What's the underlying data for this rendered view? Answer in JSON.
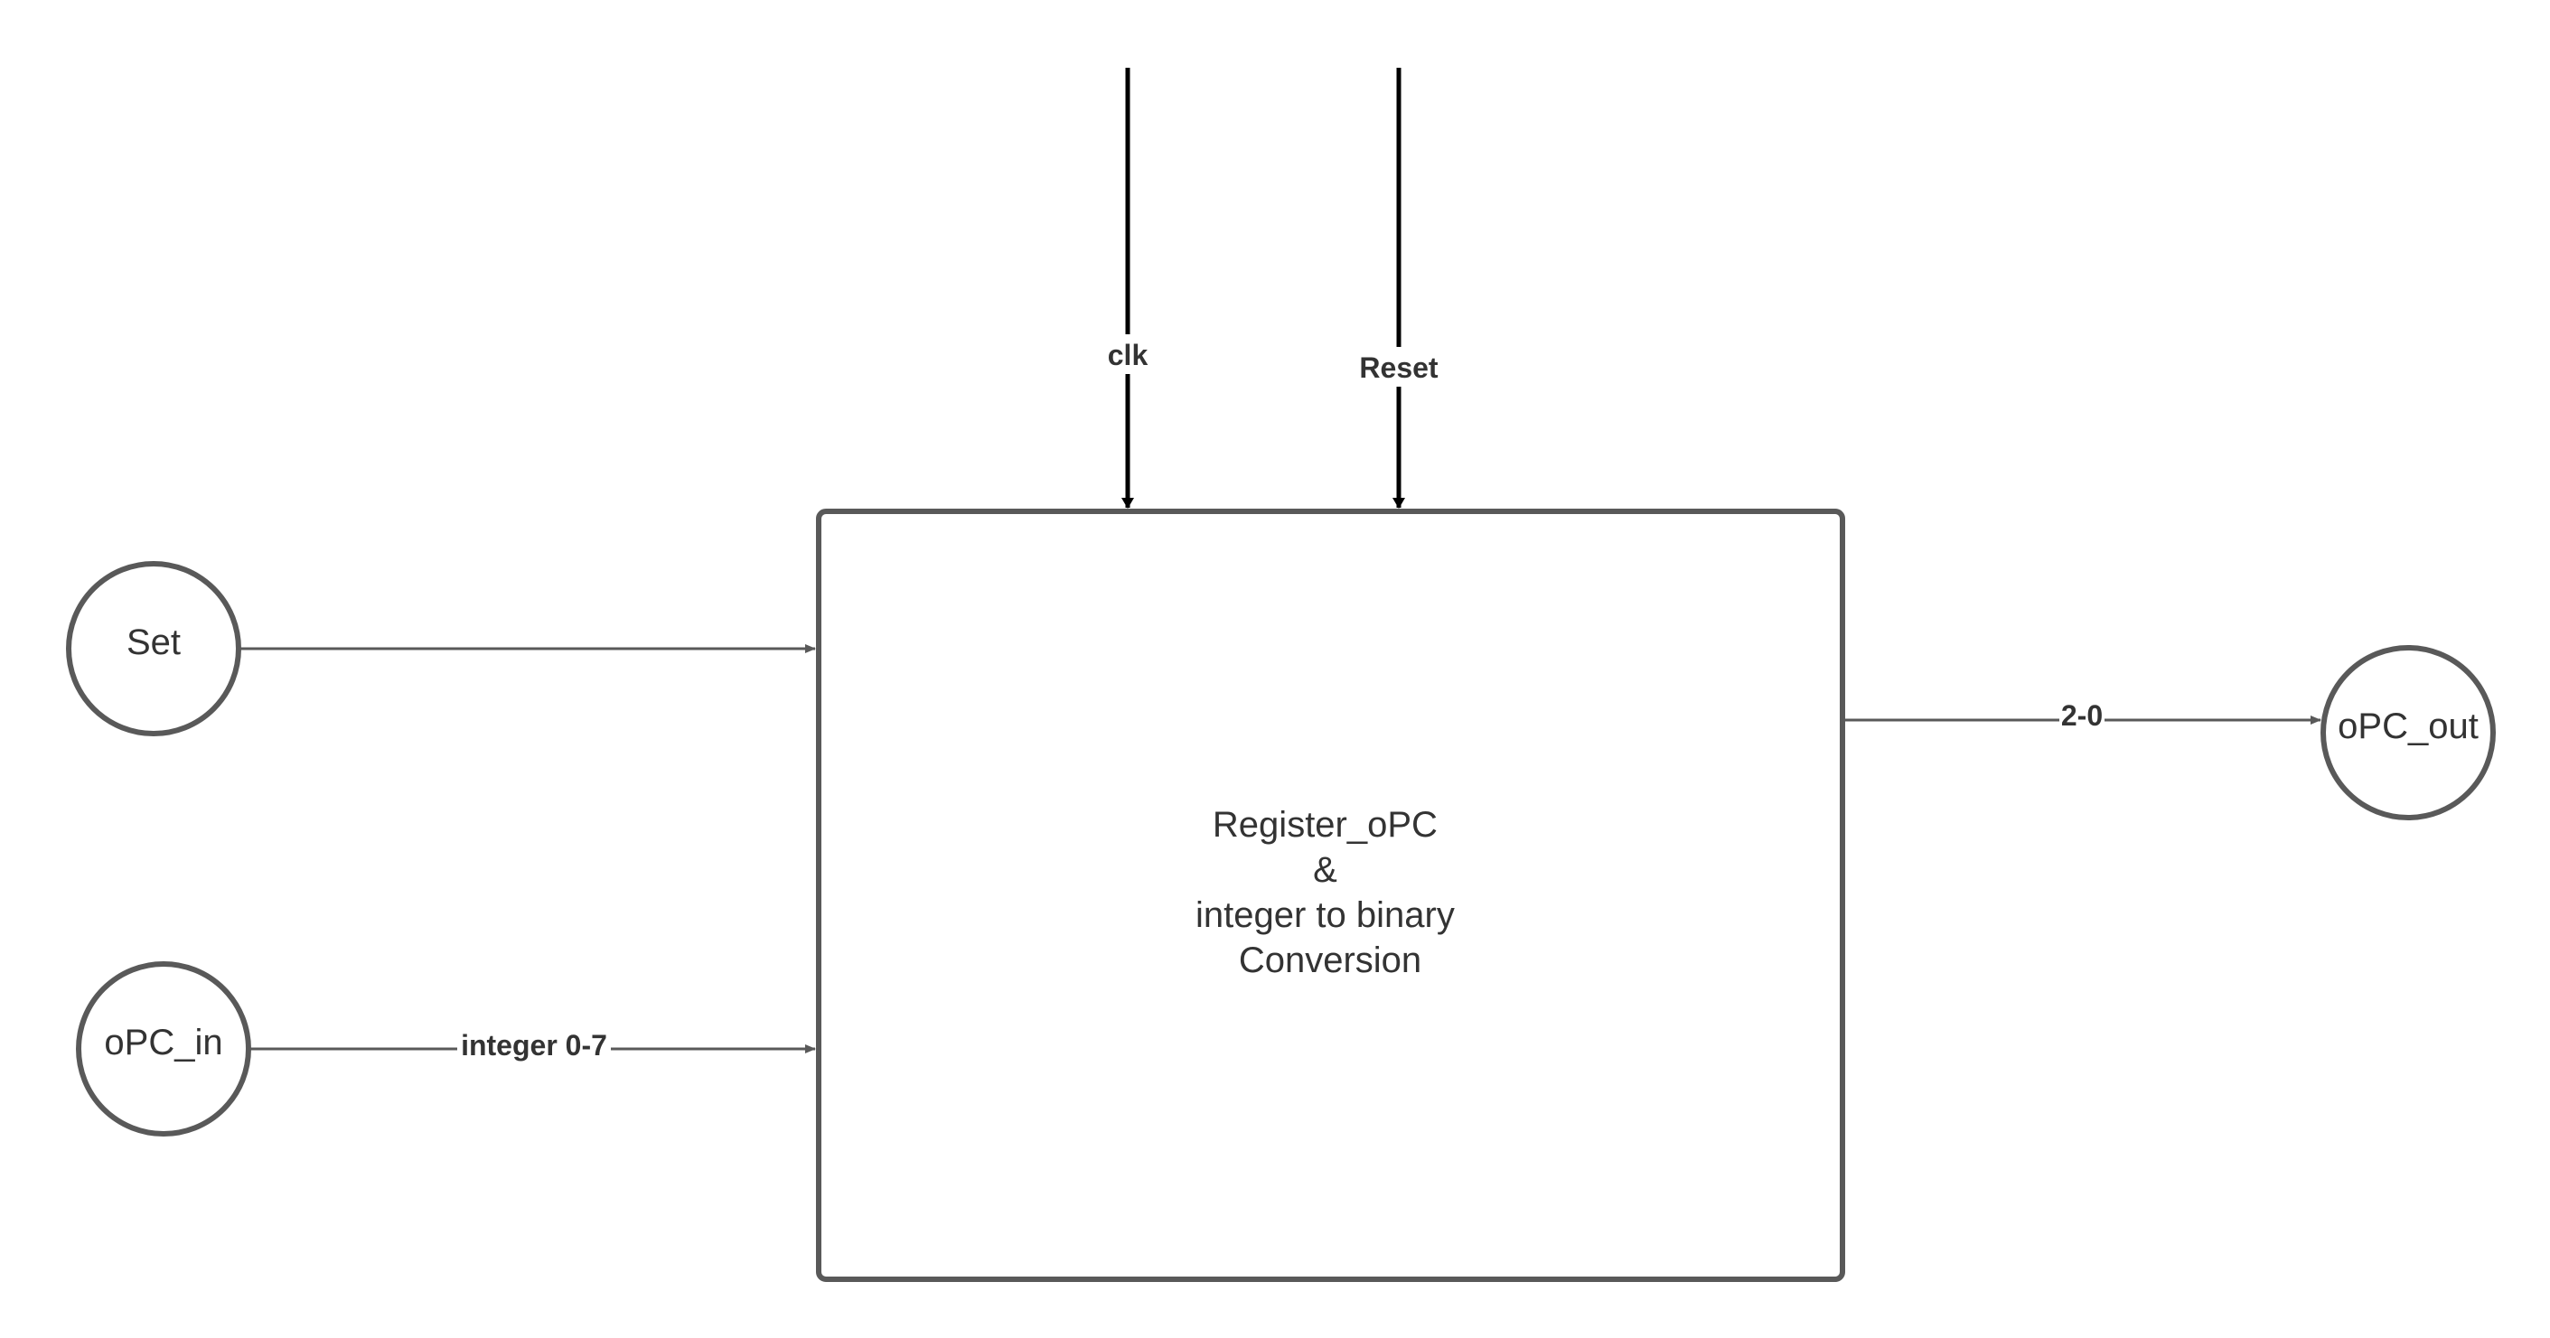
{
  "nodes": {
    "set": {
      "label": "Set"
    },
    "opc_in": {
      "label": "oPC_in"
    },
    "opc_out": {
      "label": "oPC_out"
    },
    "register_block": {
      "lines": [
        "Register_oPC",
        "&",
        "integer to binary",
        "Conversion"
      ]
    }
  },
  "edges": {
    "clk": {
      "label": "clk"
    },
    "reset": {
      "label": "Reset"
    },
    "set_to_block": {
      "label": ""
    },
    "opc_in_to_block": {
      "label": "integer 0-7"
    },
    "block_to_opc_out": {
      "label": "2-0"
    }
  },
  "colors": {
    "stroke": "#595959",
    "arrow_black": "#000000",
    "text": "#333333",
    "background": "#ffffff"
  }
}
